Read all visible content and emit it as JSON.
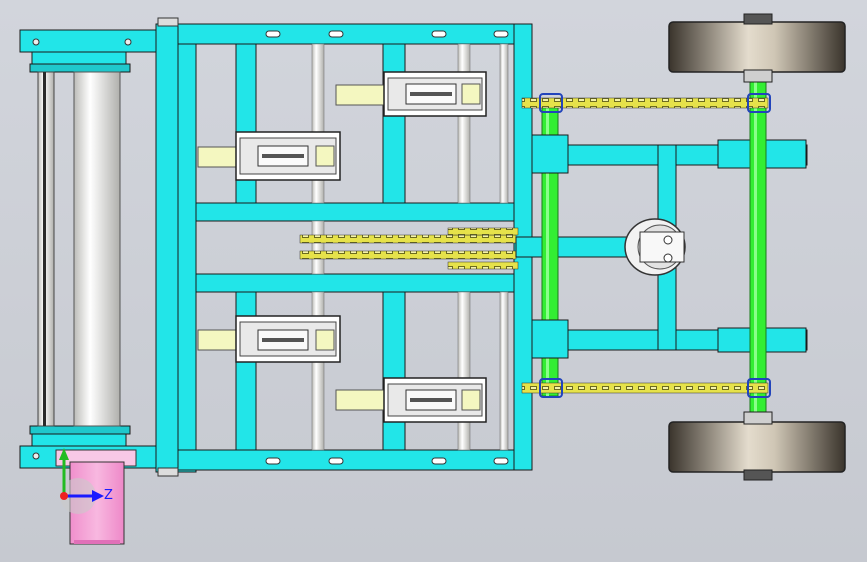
{
  "viewport": {
    "background": "#cbced5",
    "triad": {
      "z_label": "Z"
    }
  },
  "colors": {
    "frame": "#22e5e8",
    "frame_outline": "#1a1a1a",
    "shaft": "#33ee33",
    "chain": "#e6e24a",
    "roller": "#f2f2f0",
    "bracket": "#f4f7c0",
    "motor": "#f5a6d6",
    "wheel_light": "#d8cfc0",
    "wheel_dark": "#3a342c",
    "bearing": "#2244bb",
    "triad_x": "#ee2222",
    "triad_y": "#22bb22",
    "triad_z": "#1a1aff"
  },
  "components": [
    "main-frame",
    "drive-roller",
    "belt-roller",
    "cutter-assembly",
    "chain-drive",
    "axle-shaft",
    "ground-wheel",
    "gearbox-hub",
    "drive-motor",
    "coordinate-triad"
  ]
}
